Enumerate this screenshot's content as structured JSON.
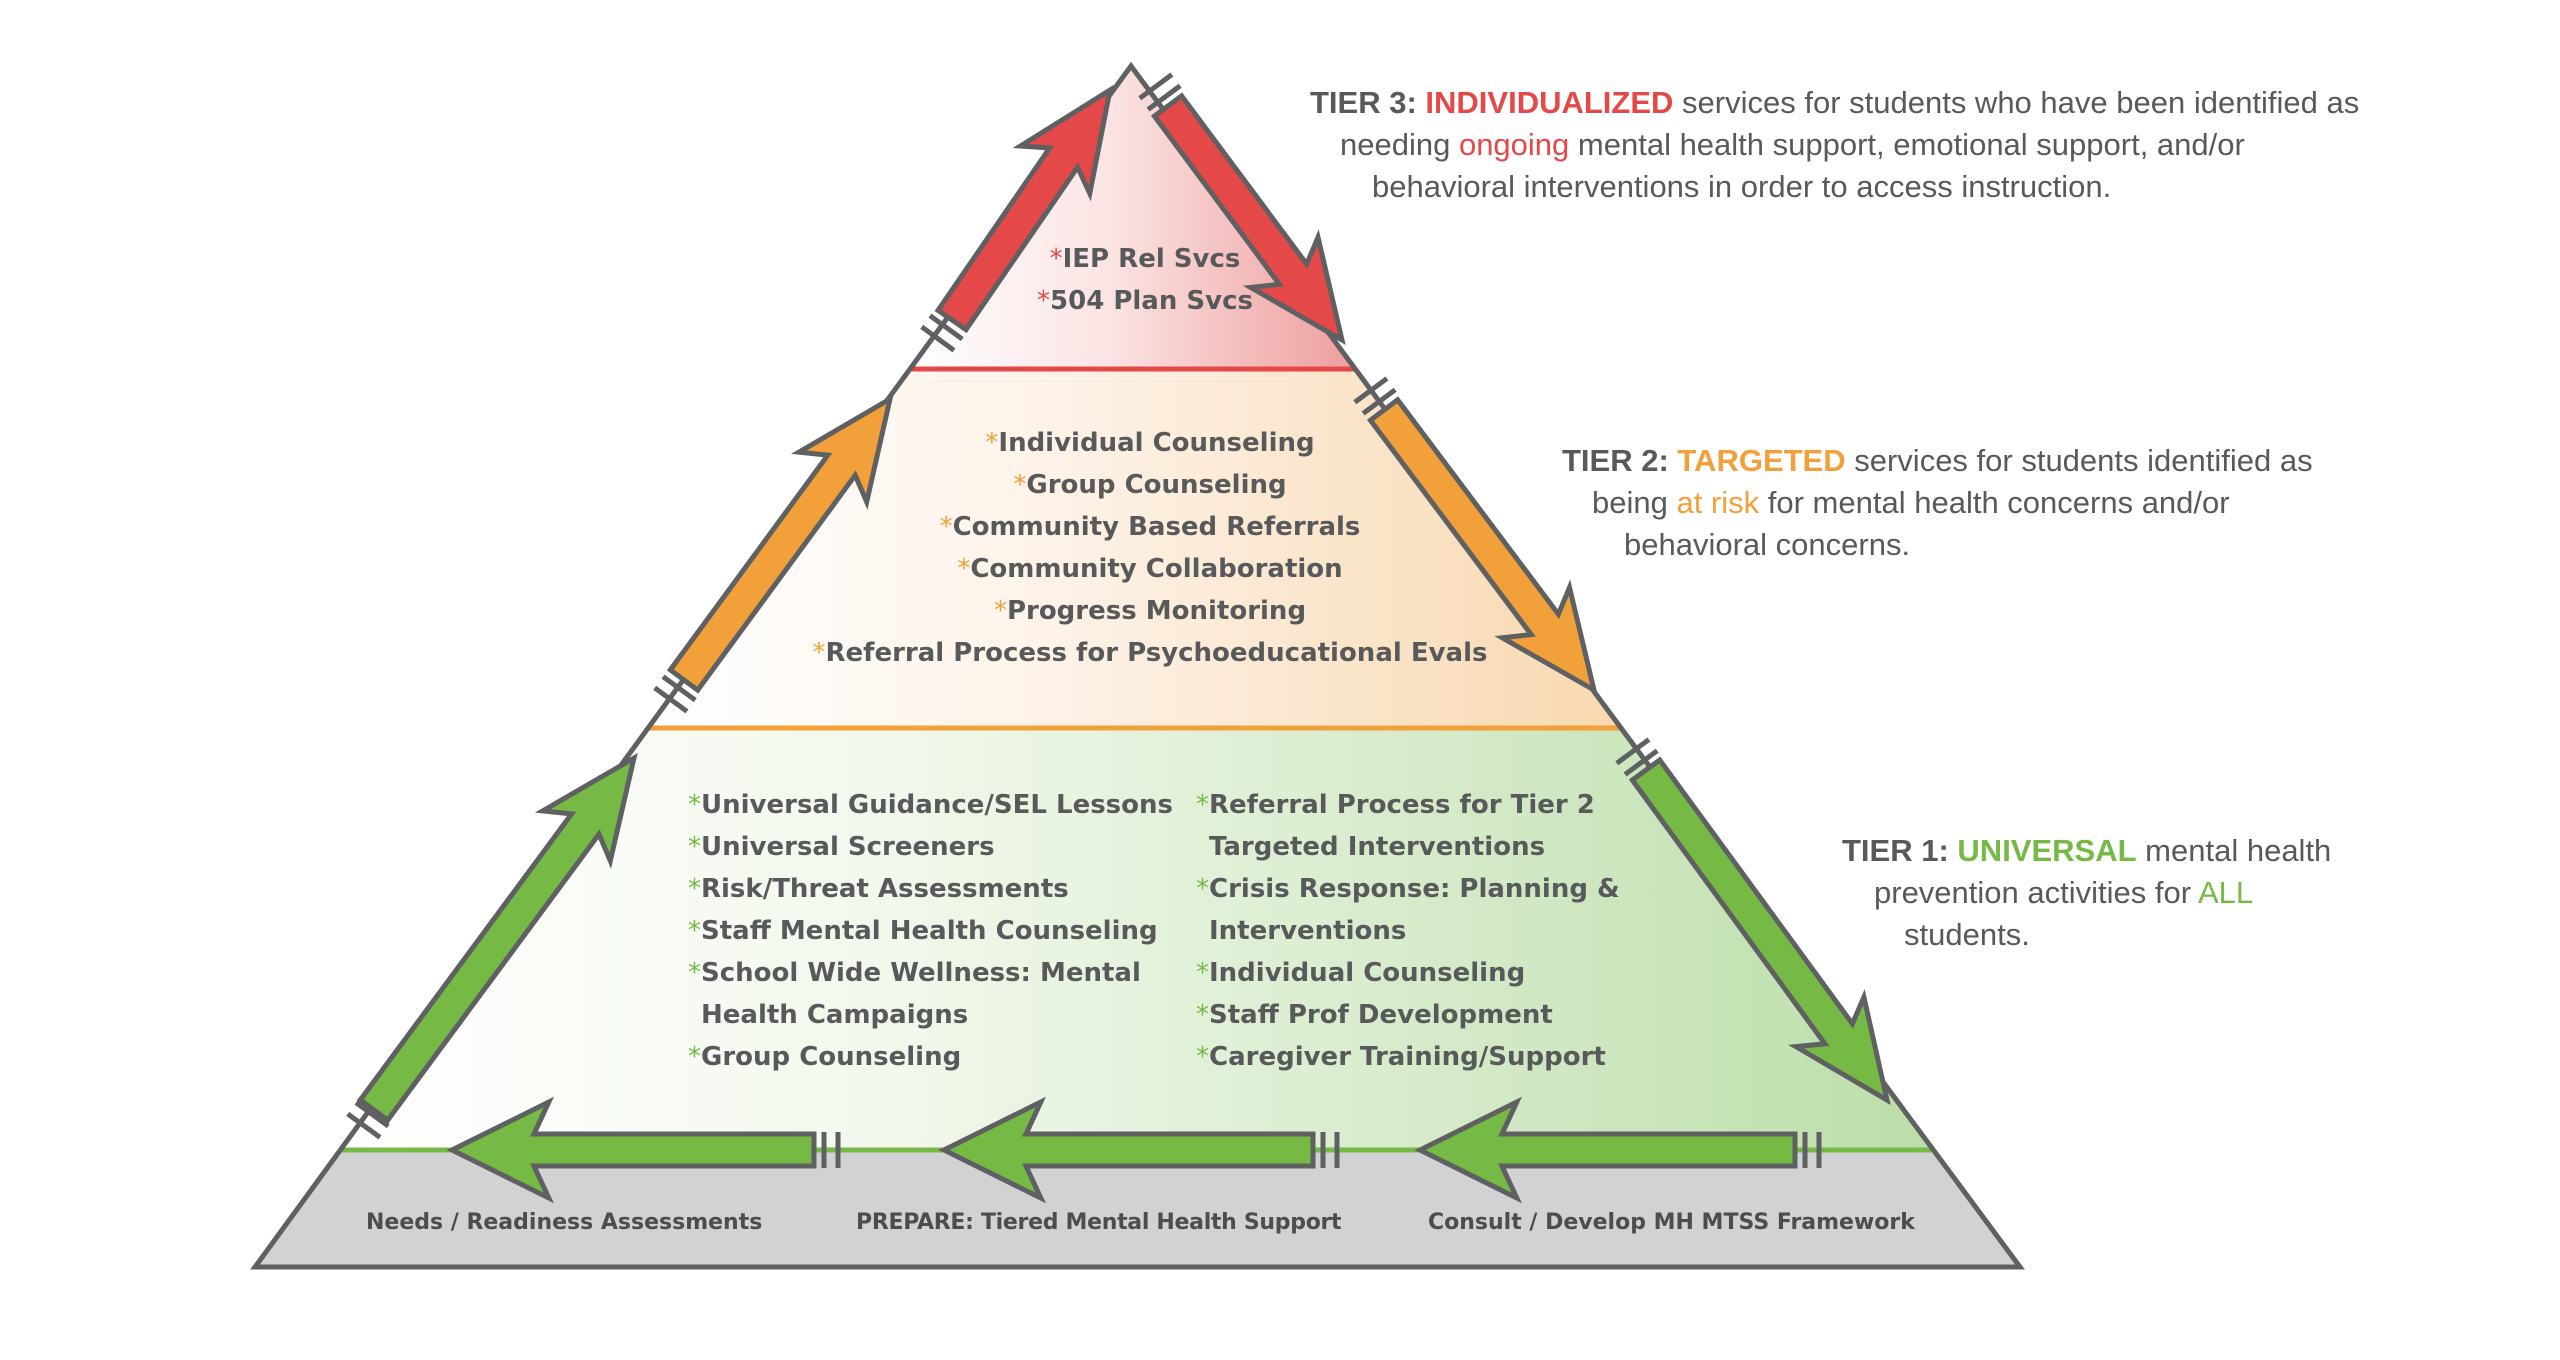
{
  "colors": {
    "tier3": "#e54848",
    "tier2": "#f1a03a",
    "tier1": "#76b944",
    "outline": "#5f6062",
    "base_fill": "#d1d2d4",
    "text": "#58595b"
  },
  "tier3": {
    "label": "TIER 3:",
    "accent": "INDIVIDUALIZED",
    "desc_line1_rest": " services for students who have been identified as",
    "desc_line2_pre": "needing ",
    "desc_line2_accent": "ongoing",
    "desc_line2_rest": " mental health support, emotional support, and/or",
    "desc_line3": "behavioral interventions in order to access instruction.",
    "items": [
      "IEP Rel Svcs",
      "504 Plan Svcs"
    ]
  },
  "tier2": {
    "label": "TIER 2:",
    "accent": "TARGETED",
    "desc_line1_rest": " services for students identified as",
    "desc_line2_pre": "being ",
    "desc_line2_accent": "at risk",
    "desc_line2_rest": " for mental health concerns and/or",
    "desc_line3": "behavioral concerns.",
    "items": [
      "Individual Counseling",
      "Group Counseling",
      "Community Based Referrals",
      "Community Collaboration",
      "Progress Monitoring",
      "Referral Process for Psychoeducational Evals"
    ]
  },
  "tier1": {
    "label": "TIER 1:",
    "accent": "UNIVERSAL",
    "desc_line1_rest": " mental health",
    "desc_line2_pre": "prevention activities for ",
    "desc_line2_accent": "ALL",
    "desc_line3": "students.",
    "items_left": [
      {
        "text": "Universal Guidance/SEL Lessons"
      },
      {
        "text": "Universal Screeners"
      },
      {
        "text": "Risk/Threat Assessments"
      },
      {
        "text": "Staff Mental Health Counseling"
      },
      {
        "text": "School Wide Wellness: Mental",
        "cont": "Health Campaigns"
      },
      {
        "text": "Group Counseling"
      }
    ],
    "items_right": [
      {
        "text": "Referral Process for Tier 2",
        "cont": "Targeted Interventions"
      },
      {
        "text": "Crisis Response: Planning &",
        "cont": "Interventions"
      },
      {
        "text": "Individual Counseling"
      },
      {
        "text": "Staff Prof Development"
      },
      {
        "text": "Caregiver Training/Support"
      }
    ]
  },
  "bullet": "*",
  "base": {
    "steps": [
      "Needs / Readiness Assessments",
      "PREPARE: Tiered Mental Health Support",
      "Consult / Develop MH MTSS Framework"
    ]
  }
}
